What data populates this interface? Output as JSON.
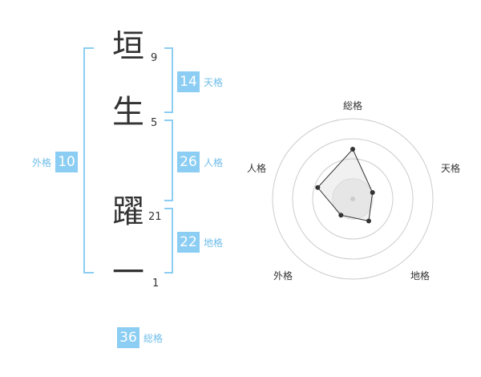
{
  "name": {
    "chars": [
      {
        "char": "垣",
        "strokes": "9"
      },
      {
        "char": "生",
        "strokes": "5"
      },
      {
        "char": "躍",
        "strokes": "21"
      },
      {
        "char": "一",
        "strokes": "1"
      }
    ]
  },
  "fortunes": {
    "tenkaku": {
      "label": "天格",
      "value": "14"
    },
    "jinkaku": {
      "label": "人格",
      "value": "26"
    },
    "chikaku": {
      "label": "地格",
      "value": "22"
    },
    "gaikaku": {
      "label": "外格",
      "value": "10"
    },
    "soukaku": {
      "label": "総格",
      "value": "36"
    }
  },
  "radar": {
    "axes": [
      "総格",
      "天格",
      "地格",
      "外格",
      "人格"
    ],
    "levels": 4,
    "scores": [
      0.62,
      0.26,
      0.34,
      0.25,
      0.46
    ],
    "colors": {
      "line": "#333333",
      "fill": "#f0f0f0",
      "ring": "#cccccc",
      "center": "#cccccc"
    }
  },
  "colors": {
    "accent": "#8ccdf3",
    "accent_text": "#6fbde9",
    "bracket": "#8ccdf3"
  }
}
